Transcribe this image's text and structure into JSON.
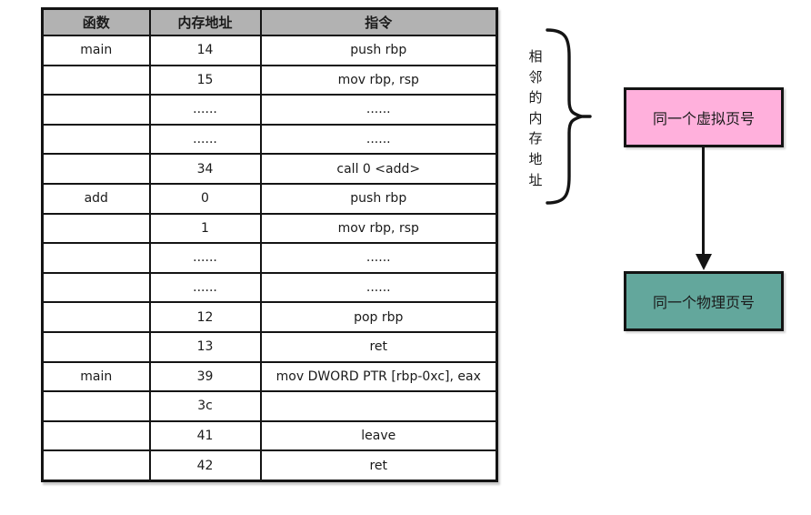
{
  "table": {
    "headers": [
      "函数",
      "内存地址",
      "指令"
    ],
    "rows": [
      {
        "func": "main",
        "addr": "14",
        "instr": "push rbp"
      },
      {
        "func": "",
        "addr": "15",
        "instr": "mov rbp, rsp"
      },
      {
        "func": "",
        "addr": "......",
        "instr": "......"
      },
      {
        "func": "",
        "addr": "......",
        "instr": "......"
      },
      {
        "func": "",
        "addr": "34",
        "instr": "call 0 <add>"
      },
      {
        "func": "add",
        "addr": "0",
        "instr": "push rbp"
      },
      {
        "func": "",
        "addr": "1",
        "instr": "mov rbp, rsp"
      },
      {
        "func": "",
        "addr": "......",
        "instr": "......"
      },
      {
        "func": "",
        "addr": "......",
        "instr": "......"
      },
      {
        "func": "",
        "addr": "12",
        "instr": "pop rbp"
      },
      {
        "func": "",
        "addr": "13",
        "instr": "ret"
      },
      {
        "func": "main",
        "addr": "39",
        "instr": "mov DWORD PTR [rbp-0xc],  eax"
      },
      {
        "func": "",
        "addr": "3c",
        "instr": ""
      },
      {
        "func": "",
        "addr": "41",
        "instr": "leave"
      },
      {
        "func": "",
        "addr": "42",
        "instr": "ret"
      }
    ]
  },
  "annotation": {
    "brace_label": "相邻的内存地址"
  },
  "boxes": {
    "virtual": {
      "label": "同一个虚拟页号",
      "color": "#ffb0dc"
    },
    "physical": {
      "label": "同一个物理页号",
      "color": "#63a79c"
    }
  },
  "colors": {
    "header_bg": "#b2b2b2",
    "border": "#141414",
    "background": "#ffffff"
  }
}
